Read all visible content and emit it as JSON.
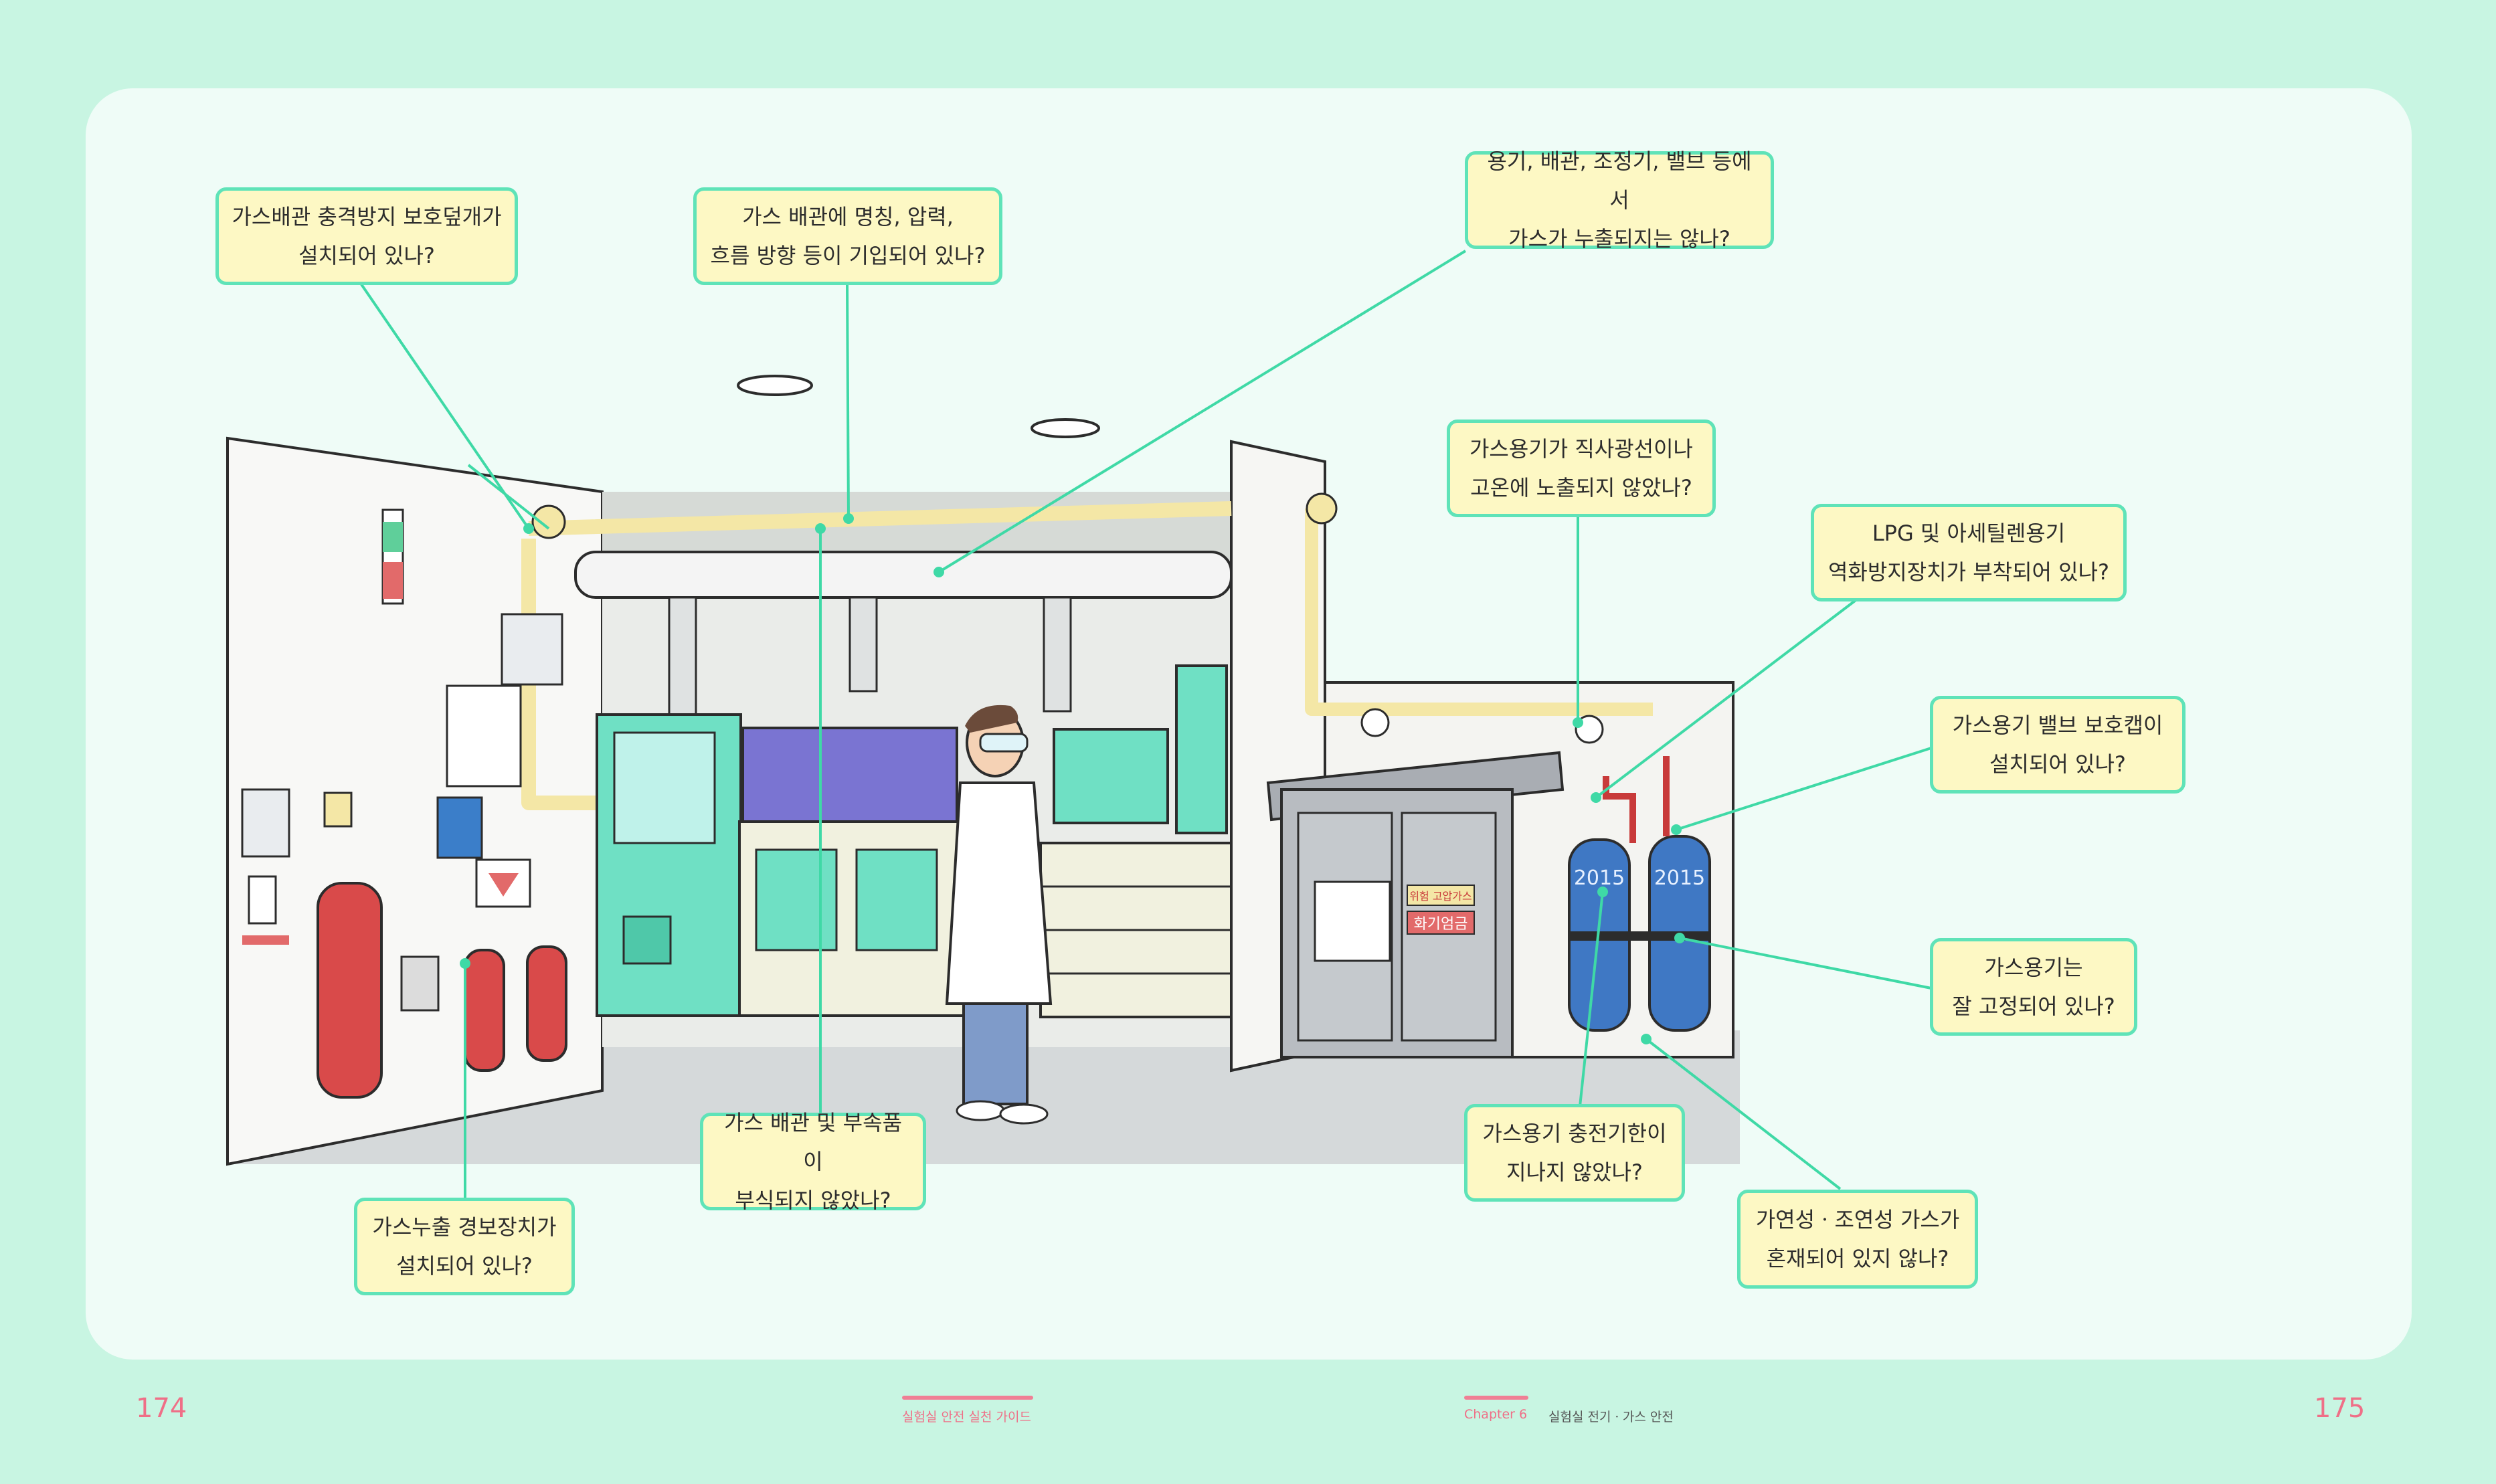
{
  "callouts": {
    "shock_cover": "가스배관 충격방지 보호덮개가\n설치되어 있나?",
    "pipe_label": "가스 배관에 명칭, 압력,\n흐름 방향 등이 기입되어 있나?",
    "leak_check": "용기, 배관, 조정기, 밸브 등에서\n가스가 누출되지는 않나?",
    "sunlight": "가스용기가 직사광선이나\n고온에 노출되지 않았나?",
    "flashback": "LPG 및 아세틸렌용기\n역화방지장치가 부착되어 있나?",
    "valve_cap": "가스용기 밸브 보호캡이\n설치되어 있나?",
    "fixed": "가스용기는\n잘 고정되어 있나?",
    "corrosion": "가스 배관 및 부속품이\n부식되지 않았나?",
    "charge_period": "가스용기 충전기한이\n지나지 않았나?",
    "alarm": "가스누출 경보장치가\n설치되어 있나?",
    "mixed_storage": "가연성ㆍ조연성 가스가\n혼재되어 있지 않나?"
  },
  "cabinet": {
    "warning_label": "위험 고압가스",
    "fire_label": "화기엄금"
  },
  "cylinders": {
    "year_left": "2015",
    "year_right": "2015"
  },
  "footer": {
    "page_left": "174",
    "page_right": "175",
    "book_title": "실험실 안전 실천 가이드",
    "chapter": "Chapter 6",
    "section": "실험실 전기ㆍ가스 안전"
  },
  "colors": {
    "background": "#c8f5e2",
    "panel": "#effcf7",
    "callout_fill": "#fdf8c4",
    "callout_border": "#5fe3b8",
    "accent_pink": "#ef6f87"
  }
}
